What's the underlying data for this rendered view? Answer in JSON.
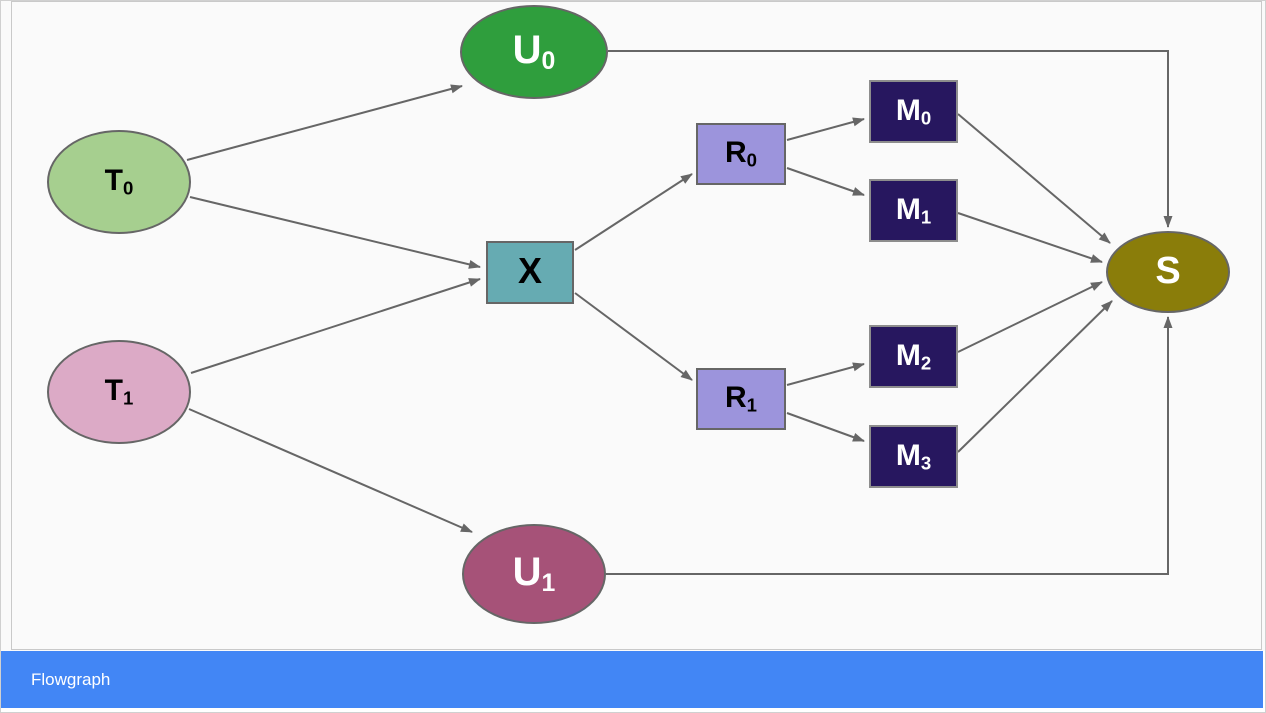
{
  "window": {
    "background": "#fafafa"
  },
  "footer": {
    "label": "Flowgraph",
    "background": "#4286f5",
    "text_color": "#ffffff"
  },
  "graph": {
    "edge_color": "#666666",
    "nodes": {
      "T0": {
        "base": "T",
        "sub": "0",
        "shape": "ellipse",
        "fill": "#a6cf8f",
        "text_color": "#000000"
      },
      "T1": {
        "base": "T",
        "sub": "1",
        "shape": "ellipse",
        "fill": "#dcaac6",
        "text_color": "#000000"
      },
      "U0": {
        "base": "U",
        "sub": "0",
        "shape": "ellipse",
        "fill": "#2f9e3d",
        "text_color": "#ffffff"
      },
      "U1": {
        "base": "U",
        "sub": "1",
        "shape": "ellipse",
        "fill": "#a65278",
        "text_color": "#ffffff"
      },
      "X": {
        "base": "X",
        "sub": "",
        "shape": "rect",
        "fill": "#66abb2",
        "text_color": "#000000"
      },
      "R0": {
        "base": "R",
        "sub": "0",
        "shape": "rect",
        "fill": "#9c94dc",
        "text_color": "#000000"
      },
      "R1": {
        "base": "R",
        "sub": "1",
        "shape": "rect",
        "fill": "#9c94dc",
        "text_color": "#000000"
      },
      "M0": {
        "base": "M",
        "sub": "0",
        "shape": "rect",
        "fill": "#27175f",
        "text_color": "#ffffff"
      },
      "M1": {
        "base": "M",
        "sub": "1",
        "shape": "rect",
        "fill": "#27175f",
        "text_color": "#ffffff"
      },
      "M2": {
        "base": "M",
        "sub": "2",
        "shape": "rect",
        "fill": "#27175f",
        "text_color": "#ffffff"
      },
      "M3": {
        "base": "M",
        "sub": "3",
        "shape": "rect",
        "fill": "#27175f",
        "text_color": "#ffffff"
      },
      "S": {
        "base": "S",
        "sub": "",
        "shape": "ellipse",
        "fill": "#8a7d0a",
        "text_color": "#ffffff"
      }
    },
    "edges": [
      {
        "from": "T0",
        "to": "U0"
      },
      {
        "from": "T0",
        "to": "X"
      },
      {
        "from": "T1",
        "to": "X"
      },
      {
        "from": "T1",
        "to": "U1"
      },
      {
        "from": "X",
        "to": "R0"
      },
      {
        "from": "X",
        "to": "R1"
      },
      {
        "from": "R0",
        "to": "M0"
      },
      {
        "from": "R0",
        "to": "M1"
      },
      {
        "from": "R1",
        "to": "M2"
      },
      {
        "from": "R1",
        "to": "M3"
      },
      {
        "from": "M0",
        "to": "S"
      },
      {
        "from": "M1",
        "to": "S"
      },
      {
        "from": "M2",
        "to": "S"
      },
      {
        "from": "M3",
        "to": "S"
      },
      {
        "from": "U0",
        "to": "S"
      },
      {
        "from": "U1",
        "to": "S"
      }
    ]
  }
}
